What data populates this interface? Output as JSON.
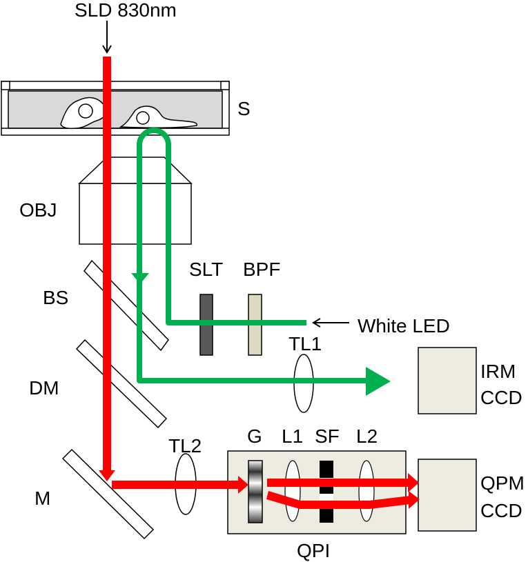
{
  "labels": {
    "source": "SLD 830nm",
    "sample": "S",
    "objective": "OBJ",
    "beam_splitter": "BS",
    "dichroic_mirror": "DM",
    "mirror": "M",
    "slit": "SLT",
    "band_pass_filter": "BPF",
    "white_led": "White LED",
    "tube_lens_1": "TL1",
    "tube_lens_2": "TL2",
    "irm_ccd_line1": "IRM",
    "irm_ccd_line2": "CCD",
    "grating": "G",
    "lens_1": "L1",
    "spatial_filter": "SF",
    "lens_2": "L2",
    "qpm_ccd_line1": "QPM",
    "qpm_ccd_line2": "CCD",
    "qpi": "QPI"
  },
  "colors": {
    "red_beam": "#ff0000",
    "green_beam": "#00b050",
    "component_fill": "#eeece1",
    "slit_fill": "#595959",
    "bpf_fill": "#ddd9c3",
    "sample_fill": "#d9d9d9"
  }
}
